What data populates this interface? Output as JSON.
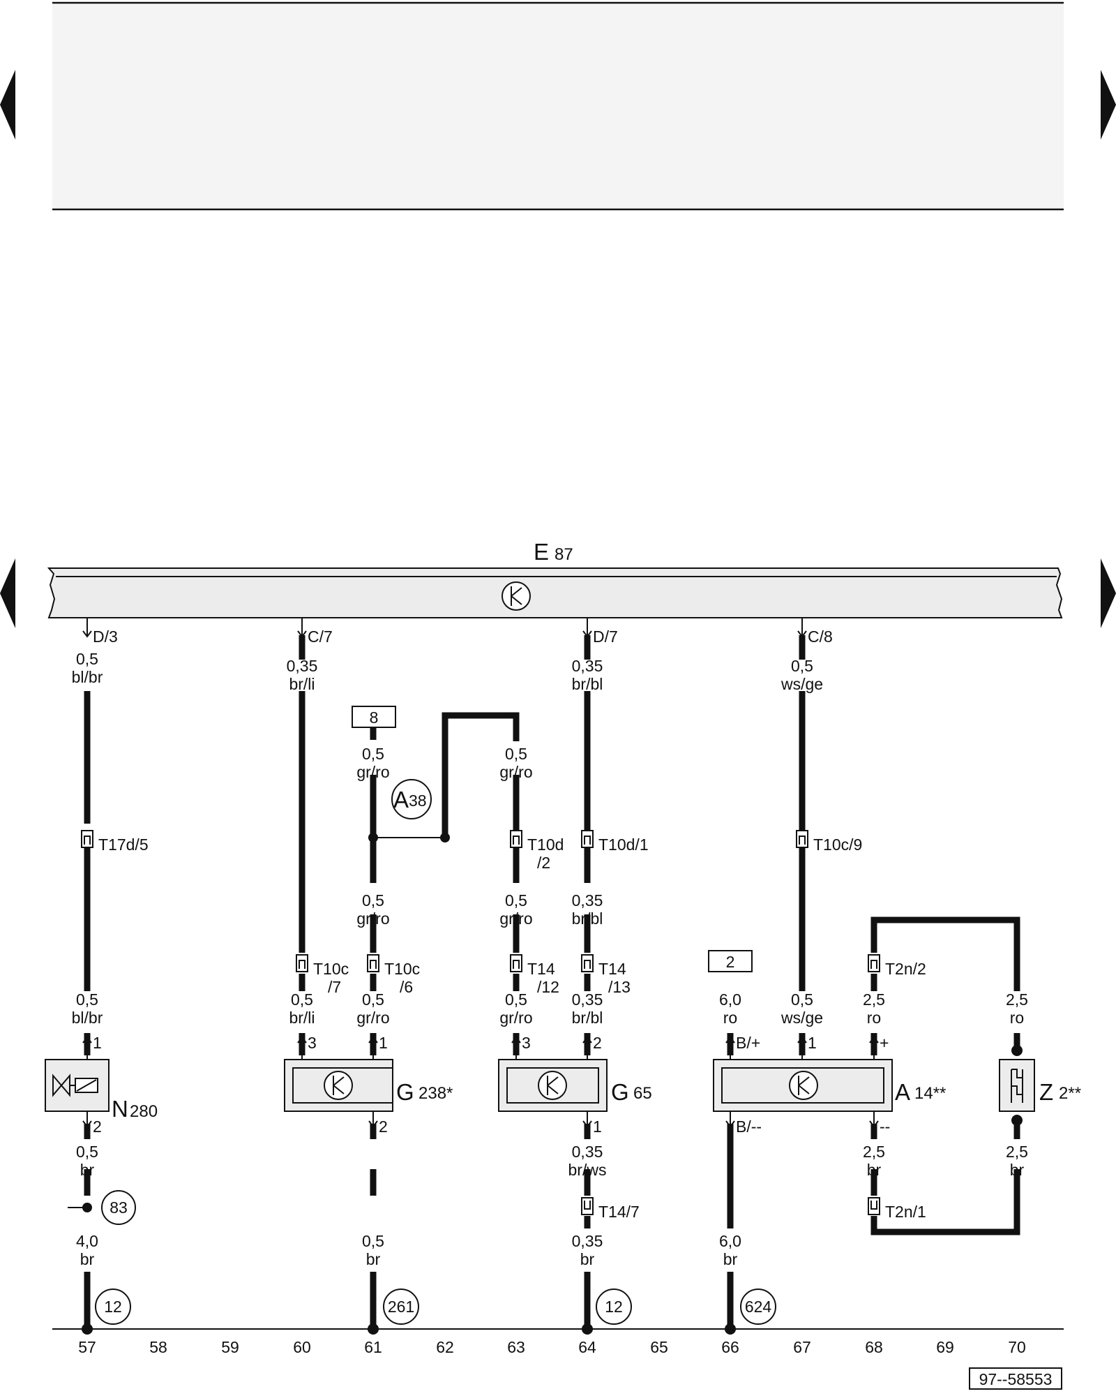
{
  "diagram": {
    "ref": "97--58553",
    "control_unit": {
      "letter": "E",
      "number": "87"
    },
    "track_numbers": [
      "57",
      "58",
      "59",
      "60",
      "61",
      "62",
      "63",
      "64",
      "65",
      "66",
      "67",
      "68",
      "69",
      "70"
    ],
    "pins_top": [
      "D/3",
      "C/7",
      "D/7",
      "C/8"
    ],
    "wires": {
      "w57_top": [
        "0,5",
        "bl/br"
      ],
      "w57_mid": [
        "0,5",
        "bl/br"
      ],
      "w57_bot": [
        "0,5",
        "br"
      ],
      "w57_gnd": [
        "4,0",
        "br"
      ],
      "w60_top": [
        "0,35",
        "br/li"
      ],
      "w60_bot": [
        "0,5",
        "br/li"
      ],
      "w61_top": [
        "0,5",
        "gr/ro"
      ],
      "w61_mid": [
        "0,5",
        "gr/ro"
      ],
      "w61_bot": [
        "0,5",
        "gr/ro"
      ],
      "w61_gnd": [
        "0,5",
        "br"
      ],
      "w63_top": [
        "0,5",
        "gr/ro"
      ],
      "w63_mid": [
        "0,5",
        "gr/ro"
      ],
      "w63_bot": [
        "0,5",
        "gr/ro"
      ],
      "w64_top": [
        "0,35",
        "br/bl"
      ],
      "w64_mid": [
        "0,35",
        "br/bl"
      ],
      "w64_bot": [
        "0,35",
        "br/bl"
      ],
      "w64_low": [
        "0,35",
        "br/ws"
      ],
      "w64_gnd": [
        "0,35",
        "br"
      ],
      "w66_top": [
        "6,0",
        "ro"
      ],
      "w66_gnd": [
        "6,0",
        "br"
      ],
      "w67_top": [
        "0,5",
        "ws/ge"
      ],
      "w67_bot": [
        "0,5",
        "ws/ge"
      ],
      "w68_top": [
        "2,5",
        "ro"
      ],
      "w68_bot": [
        "2,5",
        "br"
      ],
      "w70_top": [
        "2,5",
        "ro"
      ],
      "w70_bot": [
        "2,5",
        "br"
      ]
    },
    "connectors": {
      "t17d5": "T17d/5",
      "t10d2": [
        "T10d",
        "/2"
      ],
      "t10d1": "T10d/1",
      "t10c9": "T10c/9",
      "t10c7": [
        "T10c",
        "/7"
      ],
      "t10c6": [
        "T10c",
        "/6"
      ],
      "t1412": [
        "T14",
        "/12"
      ],
      "t1413": [
        "T14",
        "/13"
      ],
      "t147": "T14/7",
      "t2n2": "T2n/2",
      "t2n1": "T2n/1"
    },
    "fuse_boxes": {
      "f8": "8",
      "f2": "2"
    },
    "components": {
      "n280": {
        "letter": "N",
        "number": "280"
      },
      "g238": {
        "letter": "G",
        "number": "238*"
      },
      "g65": {
        "letter": "G",
        "number": "65"
      },
      "a14": {
        "letter": "A",
        "number": "14**"
      },
      "z2": {
        "letter": "Z",
        "number": "2**"
      }
    },
    "component_pins": {
      "n280_1": "1",
      "n280_2": "2",
      "g238_3": "3",
      "g238_1": "1",
      "g238_2": "2",
      "g65_3": "3",
      "g65_2": "2",
      "g65_1": "1",
      "a14_b_plus": "B/+",
      "a14_1": "1",
      "a14_plus": "+",
      "a14_b_minus": "B/--",
      "a14_minus": "--"
    },
    "circles": {
      "a38": {
        "letter": "A",
        "number": "38"
      },
      "c83": "83",
      "g12a": "12",
      "g261": "261",
      "g12b": "12",
      "g624": "624"
    },
    "arrows": [
      "nav-left-top",
      "nav-right-top",
      "nav-left-bottom",
      "nav-right-bottom"
    ]
  }
}
